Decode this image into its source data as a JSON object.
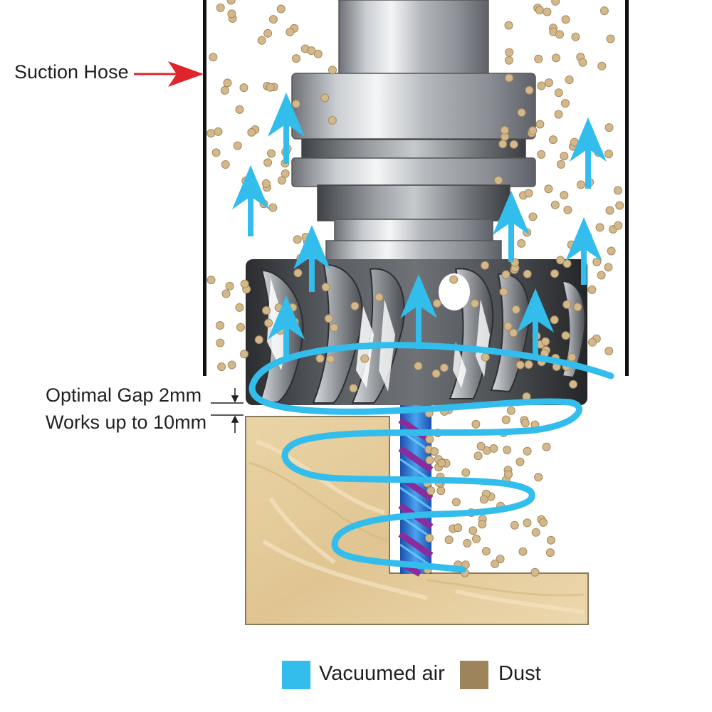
{
  "labels": {
    "suction_hose": "Suction Hose",
    "optimal_gap": "Optimal Gap 2mm",
    "works_up_to": "Works up to 10mm"
  },
  "legend": [
    {
      "label": "Vacuumed air",
      "color": "#33bdec"
    },
    {
      "label": "Dust",
      "color": "#9e845a"
    }
  ],
  "colors": {
    "air": "#33bdec",
    "dust": "#d3b88c",
    "dust_outline": "#a68a5e",
    "pointer_arrow": "#e0242b",
    "wood": "#e6cf9f",
    "steel": "#b0b4b8",
    "bit_blue": "#2f6fd6",
    "bit_purple": "#8a2d9c"
  },
  "icons": [
    "red-pointer-arrow-icon",
    "airflow-up-arrow-icon",
    "dimension-arrow-icon"
  ]
}
